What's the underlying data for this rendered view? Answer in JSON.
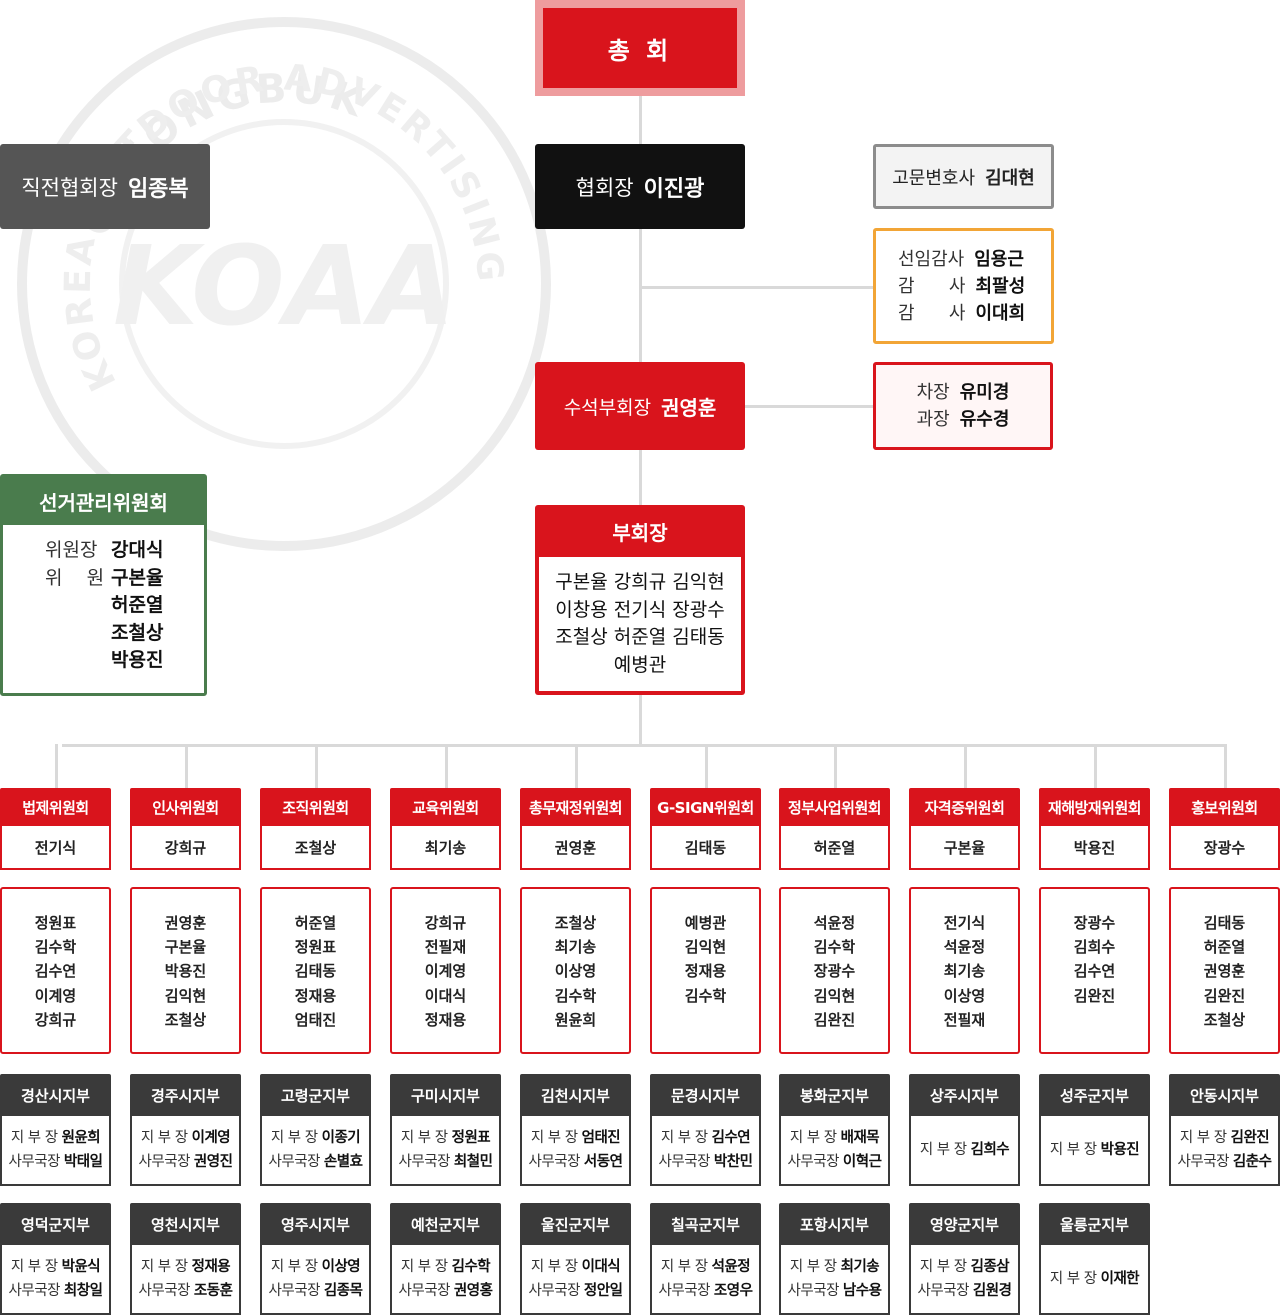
{
  "watermark": {
    "top_text": "GYEONGBUK",
    "center_text": "KOAA",
    "ring_text": "KOREA OUTDOOR ADVERTISING ASSOCIATION"
  },
  "general_assembly": "총  회",
  "president": {
    "role": "협회장",
    "name": "이진광"
  },
  "former_president": {
    "role": "직전협회장",
    "name": "임종복"
  },
  "lawyer": {
    "role": "고문변호사",
    "name": "김대현"
  },
  "auditors": [
    {
      "role": "선임감사",
      "name": "임용근"
    },
    {
      "role": "감      사",
      "name": "최팔성"
    },
    {
      "role": "감      사",
      "name": "이대희"
    }
  ],
  "senior_vp": {
    "role": "수석부회장",
    "name": "권영훈"
  },
  "staff": [
    {
      "role": "차장",
      "name": "유미경"
    },
    {
      "role": "과장",
      "name": "유수경"
    }
  ],
  "vice_presidents": {
    "title": "부회장",
    "lines": [
      "구본율 강희규 김익현",
      "이창용 전기식 장광수",
      "조철상 허준열 김태동",
      "예병관"
    ]
  },
  "election_committee": {
    "title": "선거관리위원회",
    "chair": {
      "role": "위원장",
      "name": "강대식"
    },
    "members_role": "위    원",
    "members": [
      "구본율",
      "허준열",
      "조철상",
      "박용진"
    ]
  },
  "committees": [
    {
      "name": "법제위원회",
      "chair": "전기식",
      "members": [
        "정원표",
        "김수학",
        "김수연",
        "이계영",
        "강희규"
      ]
    },
    {
      "name": "인사위원회",
      "chair": "강희규",
      "members": [
        "권영훈",
        "구본율",
        "박용진",
        "김익현",
        "조철상"
      ]
    },
    {
      "name": "조직위원회",
      "chair": "조철상",
      "members": [
        "허준열",
        "정원표",
        "김태동",
        "정재용",
        "엄태진"
      ]
    },
    {
      "name": "교육위원회",
      "chair": "최기송",
      "members": [
        "강희규",
        "전필재",
        "이계영",
        "이대식",
        "정재용"
      ]
    },
    {
      "name": "총무재정위원회",
      "chair": "권영훈",
      "members": [
        "조철상",
        "최기송",
        "이상영",
        "김수학",
        "원윤희"
      ]
    },
    {
      "name": "G-SIGN위원회",
      "chair": "김태동",
      "members": [
        "예병관",
        "김익현",
        "정재용",
        "김수학"
      ]
    },
    {
      "name": "정부사업위원회",
      "chair": "허준열",
      "members": [
        "석윤정",
        "김수학",
        "장광수",
        "김익현",
        "김완진"
      ]
    },
    {
      "name": "자격증위원회",
      "chair": "구본율",
      "members": [
        "전기식",
        "석윤정",
        "최기송",
        "이상영",
        "전필재"
      ]
    },
    {
      "name": "재해방재위원회",
      "chair": "박용진",
      "members": [
        "장광수",
        "김희수",
        "김수연",
        "김완진"
      ]
    },
    {
      "name": "홍보위원회",
      "chair": "장광수",
      "members": [
        "김태동",
        "허준열",
        "권영훈",
        "김완진",
        "조철상"
      ]
    }
  ],
  "branch_roles": {
    "head": "지 부 장",
    "secretary": "사무국장"
  },
  "branches_row1": [
    {
      "name": "경산시지부",
      "head": "원윤희",
      "secretary": "박태일"
    },
    {
      "name": "경주시지부",
      "head": "이계영",
      "secretary": "권영진"
    },
    {
      "name": "고령군지부",
      "head": "이종기",
      "secretary": "손별효"
    },
    {
      "name": "구미시지부",
      "head": "정원표",
      "secretary": "최철민"
    },
    {
      "name": "김천시지부",
      "head": "엄태진",
      "secretary": "서동연"
    },
    {
      "name": "문경시지부",
      "head": "김수연",
      "secretary": "박찬민"
    },
    {
      "name": "봉화군지부",
      "head": "배재목",
      "secretary": "이혁근"
    },
    {
      "name": "상주시지부",
      "head": "김희수",
      "secretary": ""
    },
    {
      "name": "성주군지부",
      "head": "박용진",
      "secretary": ""
    },
    {
      "name": "안동시지부",
      "head": "김완진",
      "secretary": "김춘수"
    }
  ],
  "branches_row2": [
    {
      "name": "영덕군지부",
      "head": "박윤식",
      "secretary": "최창일"
    },
    {
      "name": "영천시지부",
      "head": "정재용",
      "secretary": "조동훈"
    },
    {
      "name": "영주시지부",
      "head": "이상영",
      "secretary": "김종목"
    },
    {
      "name": "예천군지부",
      "head": "김수학",
      "secretary": "권영홍"
    },
    {
      "name": "울진군지부",
      "head": "이대식",
      "secretary": "정안일"
    },
    {
      "name": "칠곡군지부",
      "head": "석윤정",
      "secretary": "조영우"
    },
    {
      "name": "포항시지부",
      "head": "최기송",
      "secretary": "남수용"
    },
    {
      "name": "영양군지부",
      "head": "김종삼",
      "secretary": "김원경"
    },
    {
      "name": "울릉군지부",
      "head": "이재한",
      "secretary": ""
    }
  ],
  "colors": {
    "red": "#d9141c",
    "dark": "#111111",
    "gray": "#555555",
    "green": "#4a7c4d",
    "orange": "#f2a536",
    "branch": "#3a3a3a"
  }
}
